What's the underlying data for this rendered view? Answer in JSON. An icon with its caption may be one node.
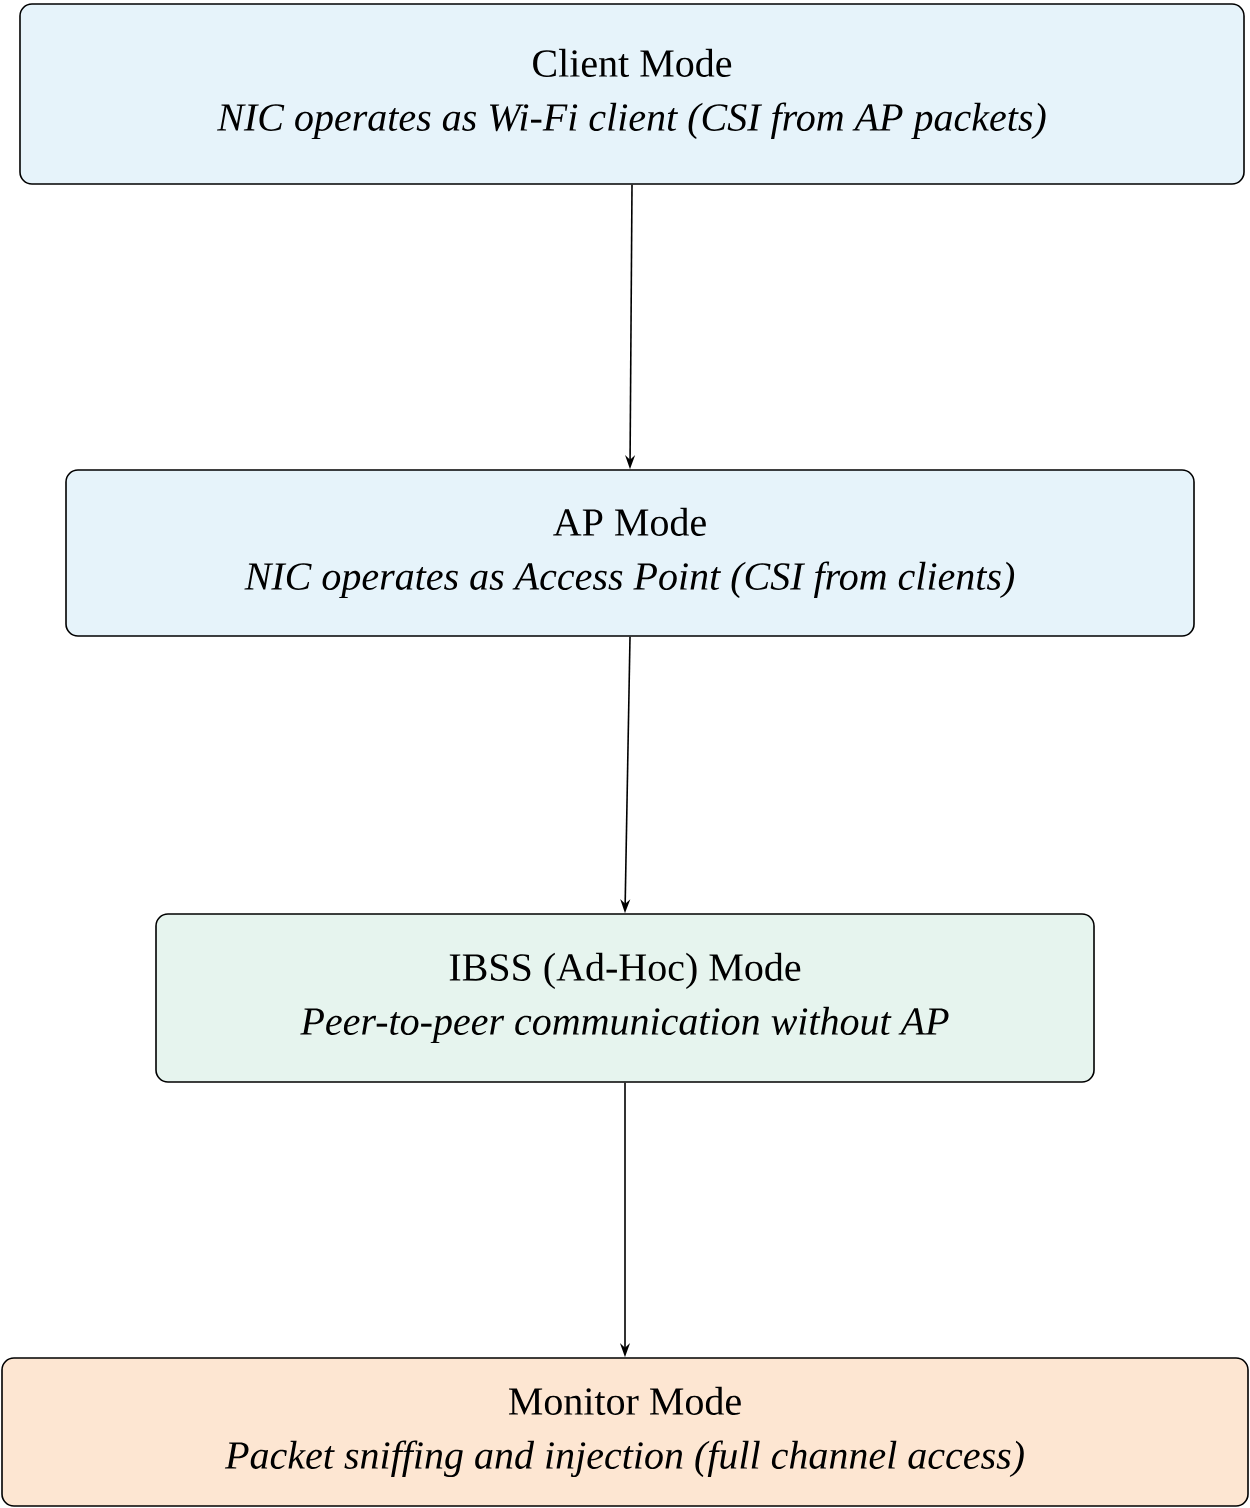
{
  "diagram": {
    "nodes": [
      {
        "text": [
          "Client Mode",
          "NIC operates as Wi-Fi client (CSI from AP packets)"
        ]
      },
      {
        "text": [
          "AP Mode",
          "NIC operates as Access Point (CSI from clients)"
        ]
      },
      {
        "text": [
          "IBSS (Ad-Hoc) Mode",
          "Peer-to-peer communication without AP"
        ]
      },
      {
        "text": [
          "Monitor Mode",
          "Packet sniffing and injection (full channel access)"
        ]
      }
    ],
    "edges": [
      {
        "from": 0,
        "to": 1,
        "arrow": "to"
      },
      {
        "from": 1,
        "to": 2,
        "arrow": "to"
      },
      {
        "from": 2,
        "to": 3,
        "arrow": "to"
      }
    ]
  }
}
